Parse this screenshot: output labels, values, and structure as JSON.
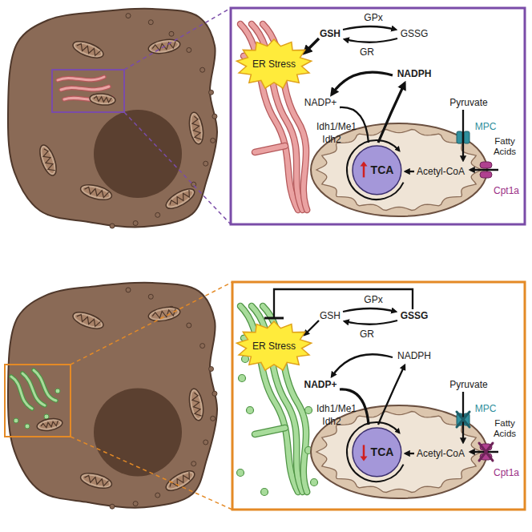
{
  "diagram": {
    "nodes": [
      {
        "text": [
          "ER Stress"
        ]
      },
      {
        "text": [
          "TCA"
        ]
      },
      {
        "text": [
          "ER Stress"
        ]
      },
      {
        "text": [
          "TCA"
        ]
      }
    ],
    "labels": [
      "GPx",
      "GSH",
      "GR",
      "GSSG",
      "NADPH",
      "NADP+",
      "Idh1/Me1",
      "Idh2",
      "Pyruvate",
      "MPC",
      "Acetyl-CoA",
      "Fatty Acids",
      "Cpt1a",
      "GPx",
      "GSH",
      "GR",
      "GSSG",
      "NADPH",
      "NADP+",
      "Idh1/Me1",
      "Idh2",
      "Pyruvate",
      "MPC",
      "Acetyl-CoA",
      "Fatty Acids",
      "Cpt1a"
    ]
  }
}
